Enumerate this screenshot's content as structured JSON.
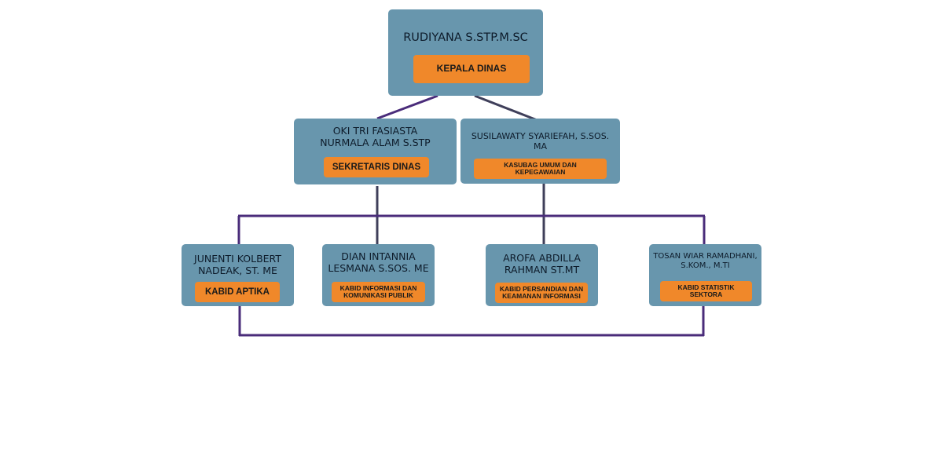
{
  "colors": {
    "box": "#6896ad",
    "role": "#f0882a",
    "line_purple": "#4a2c7a",
    "line_dark": "#3f3f5a"
  },
  "nodes": {
    "kepala": {
      "name": "RUDIYANA S.STP.M.SC",
      "role": "KEPALA DINAS"
    },
    "sekretaris": {
      "name": "OKI TRI FASIASTA NURMALA ALAM S.STP",
      "role": "SEKRETARIS DINAS"
    },
    "kasubag": {
      "name": "SUSILAWATY SYARIEFAH, S.SOS. MA",
      "role": "KASUBAG UMUM DAN KEPEGAWAIAN"
    },
    "aptika": {
      "name": "JUNENTI KOLBERT NADEAK, ST. ME",
      "role": "KABID APTIKA"
    },
    "ikp": {
      "name": "DIAN INTANNIA LESMANA S.SOS. ME",
      "role": "KABID INFORMASI DAN KOMUNIKASI PUBLIK"
    },
    "persandian": {
      "name": "AROFA ABDILLA RAHMAN ST.MT",
      "role": "KABID PERSANDIAN DAN KEAMANAN INFORMASI"
    },
    "statistik": {
      "name": "TOSAN WIAR RAMADHANI, S.KOM., M.TI",
      "role": "KABID STATISTIK SEKTORA"
    }
  }
}
